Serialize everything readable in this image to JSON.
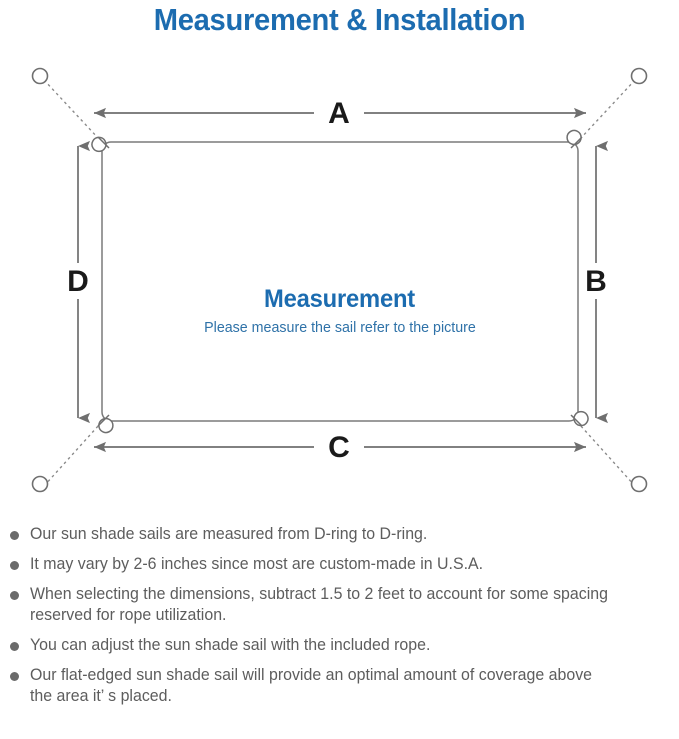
{
  "page": {
    "title": "Measurement & Installation",
    "background_color": "#ffffff",
    "accent_color": "#1c6cb0",
    "line_color": "#6f6f6f",
    "text_color": "#5d5d5d"
  },
  "diagram": {
    "name": "sun-shade-sail-measurement-diagram",
    "center_title": "Measurement",
    "center_subtitle": "Please measure the sail refer to the picture",
    "dimension_labels": {
      "top": "A",
      "right": "B",
      "bottom": "C",
      "left": "D"
    },
    "sail": {
      "shape": "rectangle",
      "corner_hardware": "D-ring",
      "corner_count": 4
    },
    "anchors": {
      "count": 4,
      "marker": "circle",
      "connector": "dotted-rope-line",
      "positions": [
        "top-left",
        "top-right",
        "bottom-left",
        "bottom-right"
      ]
    },
    "arrows": {
      "style": "double-headed",
      "count": 4
    }
  },
  "notes": {
    "bullet_glyph": "filled-circle",
    "items": [
      "Our sun shade sails are measured from D-ring to D-ring.",
      "It may vary by 2-6 inches since most are custom-made in U.S.A.",
      "When selecting the dimensions, subtract 1.5 to 2 feet to account for some spacing\nreserved for rope utilization.",
      "You can adjust the sun shade sail with the included rope.",
      "Our flat-edged sun shade sail will provide an optimal amount of coverage above\nthe area it’ s placed."
    ]
  }
}
